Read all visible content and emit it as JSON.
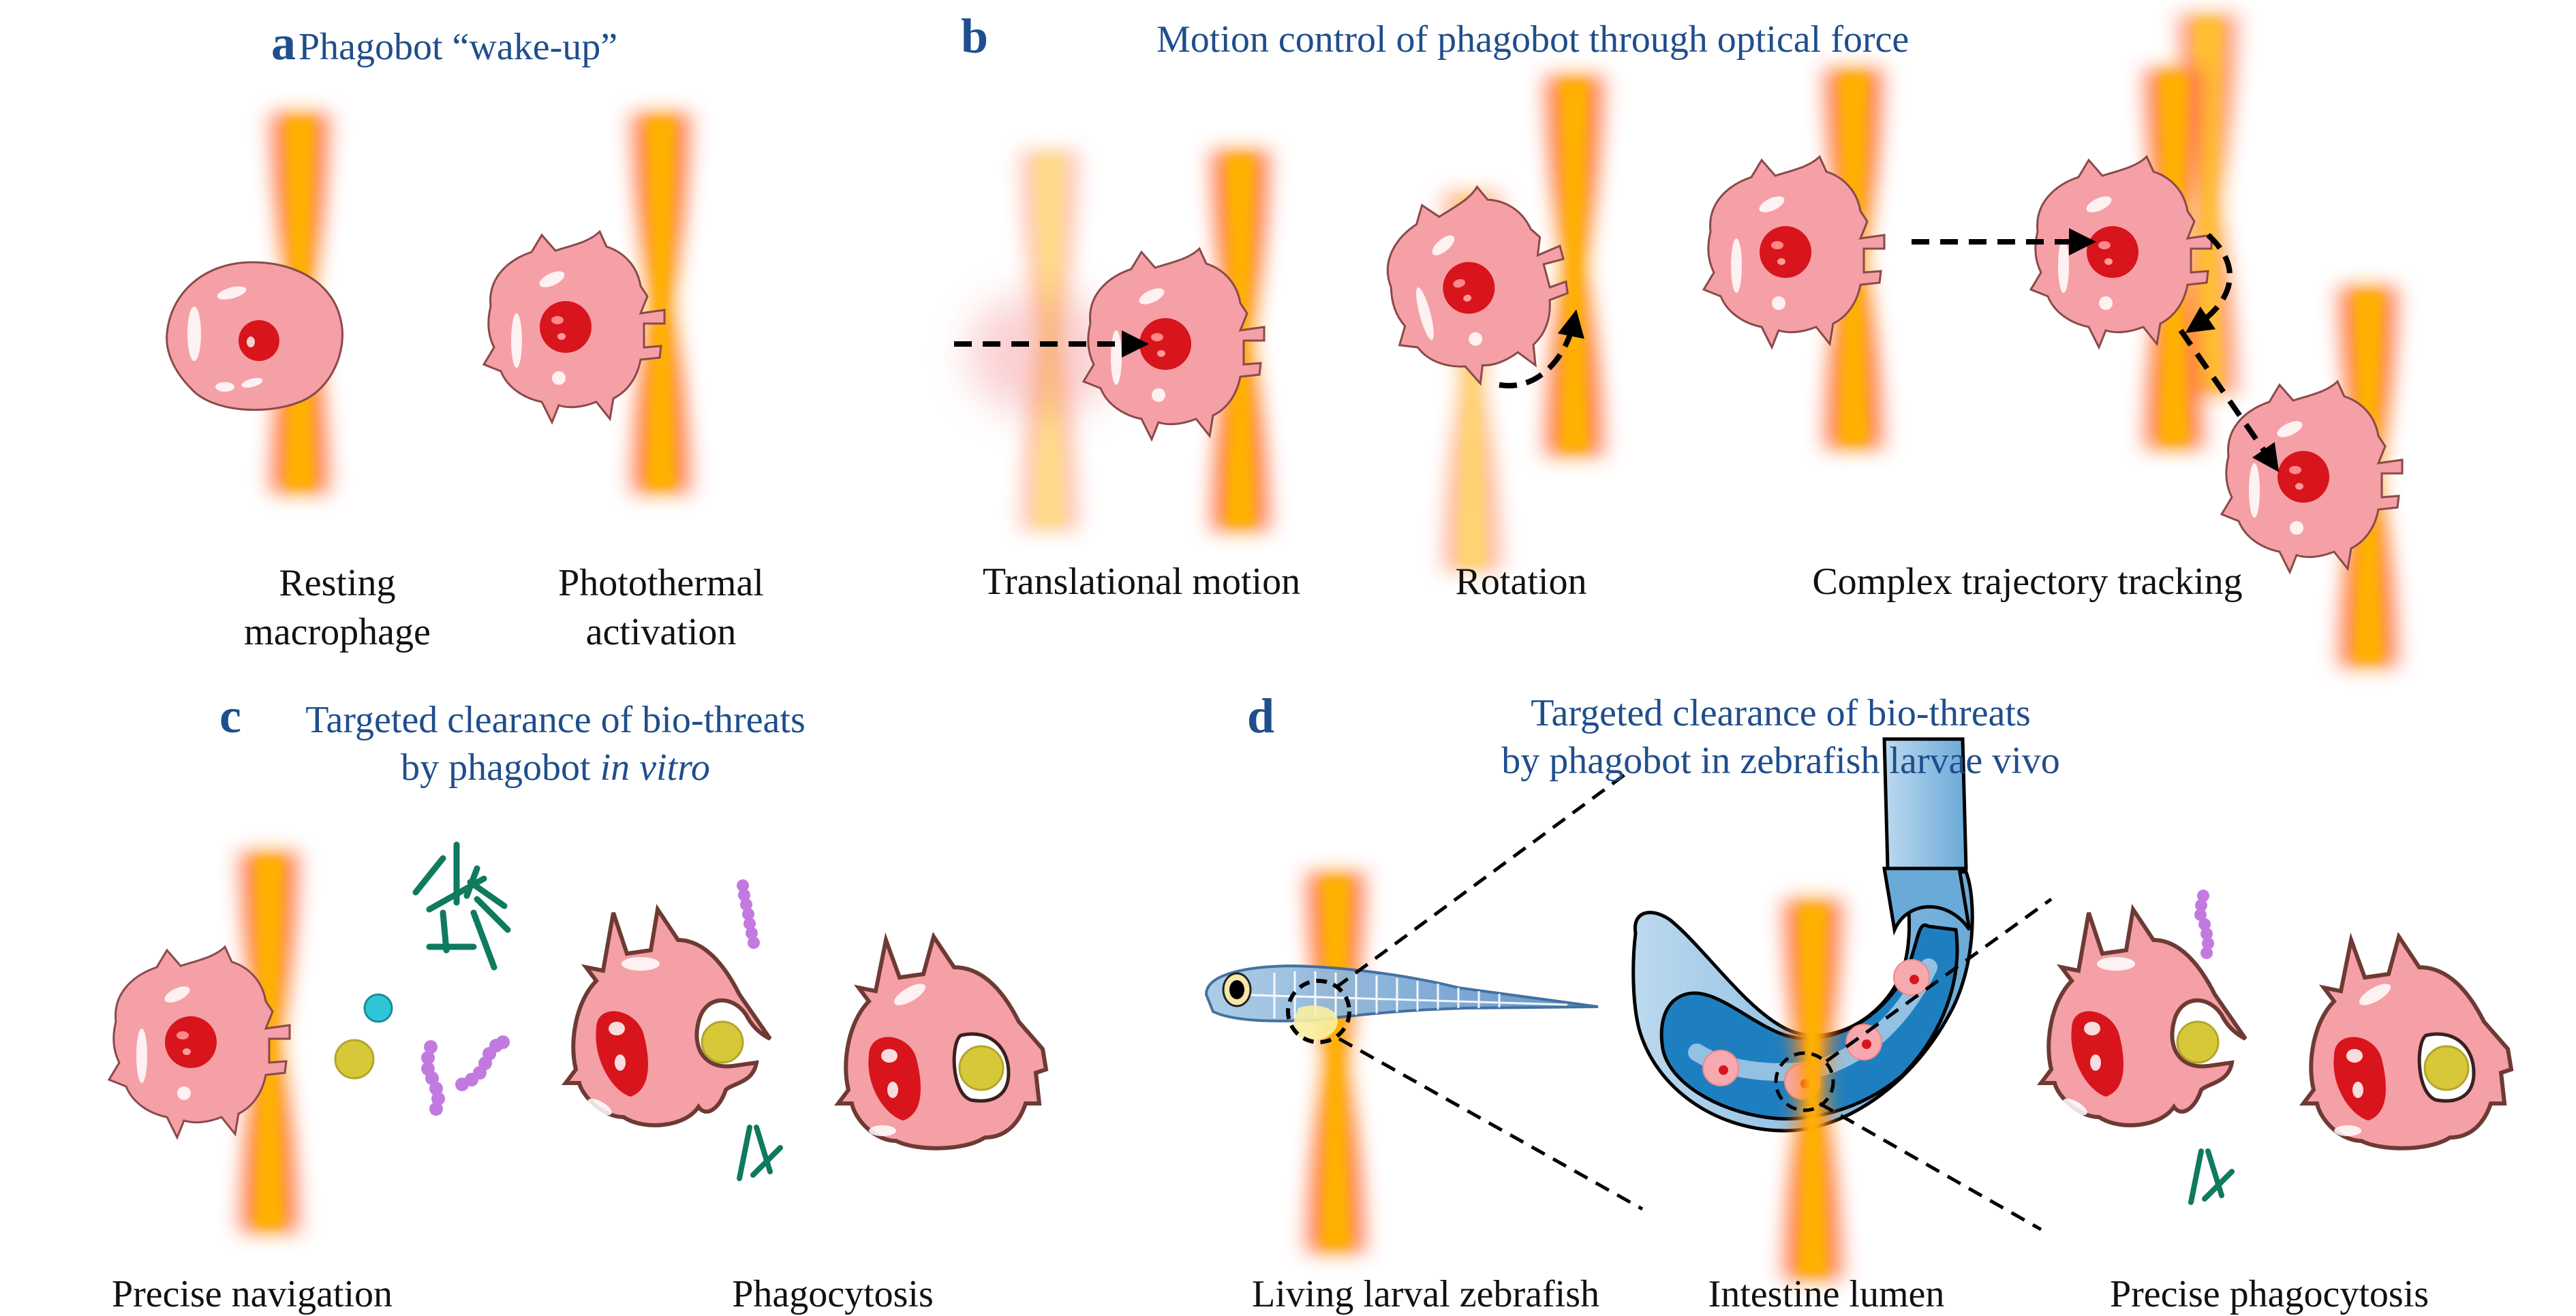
{
  "colors": {
    "title_blue": "#1f4e8c",
    "caption_black": "#111111",
    "cell_pink": "#f4a0a6",
    "cell_outline": "#7a4040",
    "nucleus_red": "#d8141c",
    "laser_core": "#ffb000",
    "laser_halo": "#ff6a3a",
    "bacteria_green": "#0f7a5e",
    "bacteria_purple": "#c27ae0",
    "particle_yellow": "#d7c83a",
    "particle_cyan": "#2ec6d6",
    "intestine_blue": "#1d7fc0",
    "intestine_light": "#a8cde8"
  },
  "panels": {
    "a": {
      "letter": "a",
      "title": "Phagobot “wake-up”",
      "captions": [
        {
          "line1": "Resting",
          "line2": "macrophage"
        },
        {
          "line1": "Photothermal",
          "line2": "activation"
        }
      ]
    },
    "b": {
      "letter": "b",
      "title": "Motion control of phagobot through optical force",
      "captions": [
        "Translational motion",
        "Rotation",
        "Complex trajectory tracking"
      ]
    },
    "c": {
      "letter": "c",
      "title_line1": "Targeted clearance of bio-threats",
      "title_line2_prefix": "by phagobot ",
      "title_line2_italic": "in vitro",
      "captions": [
        "Precise navigation",
        "Phagocytosis"
      ]
    },
    "d": {
      "letter": "d",
      "title_line1": "Targeted clearance of bio-threats",
      "title_line2": "by phagobot in zebrafish larvae vivo",
      "captions": [
        "Living larval zebrafish",
        "Intestine lumen",
        "Precise phagocytosis"
      ]
    }
  }
}
